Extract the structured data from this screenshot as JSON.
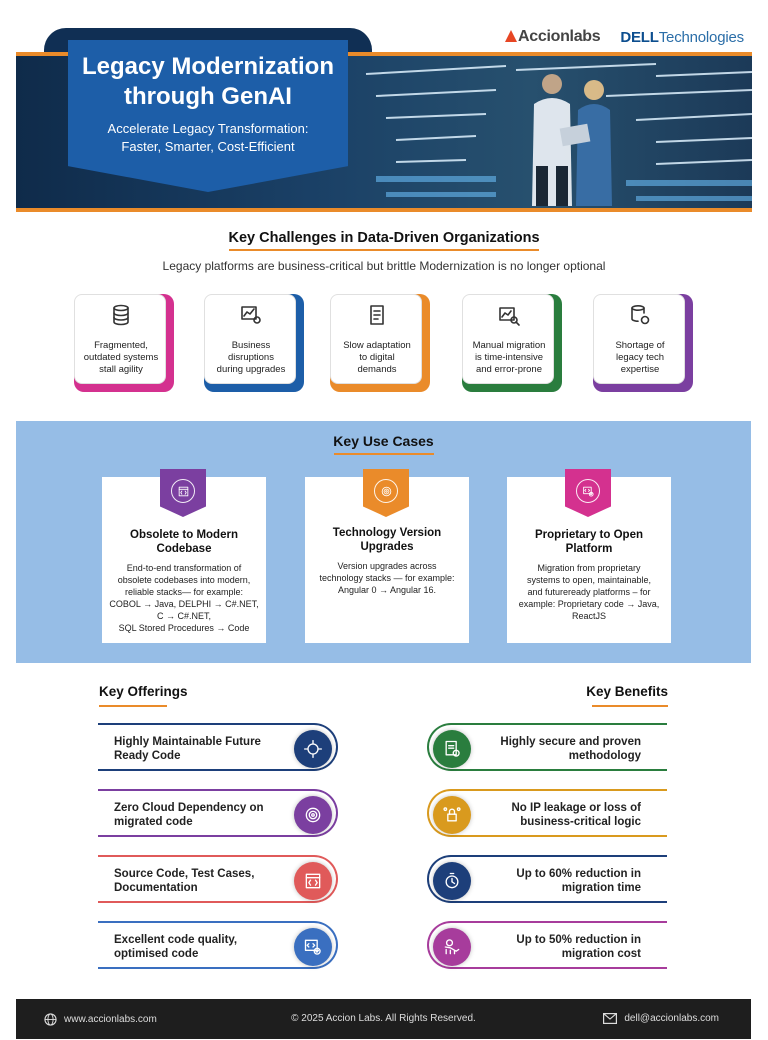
{
  "logos": {
    "accion": "Accionlabs",
    "dell_bold": "DELL",
    "dell_rest": "Technologies"
  },
  "hero": {
    "title_line1": "Legacy Modernization",
    "title_line2": "through GenAI",
    "subtitle_line1": "Accelerate Legacy Transformation:",
    "subtitle_line2": "Faster, Smarter, Cost-Efficient"
  },
  "challenges": {
    "title": "Key Challenges in Data-Driven Organizations",
    "subtitle": "Legacy platforms are business-critical but brittle Modernization is no longer optional",
    "items": [
      {
        "lines": [
          "Fragmented,",
          "outdated systems",
          "stall agility"
        ],
        "icon": "database-icon",
        "color": "#d4318f"
      },
      {
        "lines": [
          "Business",
          "disruptions",
          "during upgrades"
        ],
        "icon": "dashboard-gear-icon",
        "color": "#1d5ea8"
      },
      {
        "lines": [
          "Slow adaptation",
          "to digital",
          "demands"
        ],
        "icon": "document-icon",
        "color": "#ea8b2a"
      },
      {
        "lines": [
          "Manual migration",
          "is time-intensive",
          "and error-prone"
        ],
        "icon": "chart-search-icon",
        "color": "#2a7d3e"
      },
      {
        "lines": [
          "Shortage of",
          "legacy tech",
          "expertise"
        ],
        "icon": "database-gear-icon",
        "color": "#7b3fa0"
      }
    ]
  },
  "usecases": {
    "title": "Key Use Cases",
    "items": [
      {
        "head": [
          "Obsolete to Modern",
          "Codebase"
        ],
        "body": [
          "End-to-end transformation of",
          "obsolete codebases into modern,",
          "reliable stacks— for example:",
          "COBOL → Java, DELPHI → C#.NET,",
          "C → C#.NET,",
          "SQL Stored Procedures → Code"
        ],
        "color": "#7b3fa0"
      },
      {
        "head": [
          "Technology Version",
          "Upgrades"
        ],
        "body": [
          "Version upgrades across",
          "technology stacks — for example:",
          "Angular 0 → Angular 16."
        ],
        "color": "#ea8b2a"
      },
      {
        "head": [
          "Proprietary to Open",
          "Platform"
        ],
        "body": [
          "Migration from proprietary",
          "systems to open, maintainable,",
          "and futureready platforms – for",
          "example: Proprietary code → Java,",
          "ReactJS"
        ],
        "color": "#d4318f"
      }
    ]
  },
  "offerings": {
    "title": "Key Offerings",
    "items": [
      {
        "lines": [
          "Highly Maintainable Future",
          "Ready Code"
        ],
        "icon": "brain-circuit-icon",
        "color": "#1d3f7a"
      },
      {
        "lines": [
          "Zero Cloud Dependency on",
          "migrated code"
        ],
        "icon": "target-icon",
        "color": "#7b3fa0"
      },
      {
        "lines": [
          "Source Code, Test Cases,",
          "Documentation"
        ],
        "icon": "code-document-icon",
        "color": "#e05a5a"
      },
      {
        "lines": [
          "Excellent code quality,",
          "optimised code"
        ],
        "icon": "code-check-icon",
        "color": "#3a6fc0"
      }
    ]
  },
  "benefits": {
    "title": "Key Benefits",
    "items": [
      {
        "lines": [
          "Highly secure and proven",
          "methodology"
        ],
        "icon": "secure-document-icon",
        "color": "#2a7d3e"
      },
      {
        "lines": [
          "No IP leakage or loss of",
          "business-critical logic"
        ],
        "icon": "lock-network-icon",
        "color": "#d99a1e"
      },
      {
        "lines": [
          "Up to 60% reduction in",
          "migration time"
        ],
        "icon": "stopwatch-icon",
        "color": "#1d3f7a"
      },
      {
        "lines": [
          "Up to 50% reduction in",
          "migration cost"
        ],
        "icon": "cost-down-chart-icon",
        "color": "#a73c9c"
      }
    ]
  },
  "footer": {
    "website": "www.accionlabs.com",
    "copyright": "© 2025 Accion Labs. All Rights Reserved.",
    "email": "dell@accionlabs.com"
  }
}
